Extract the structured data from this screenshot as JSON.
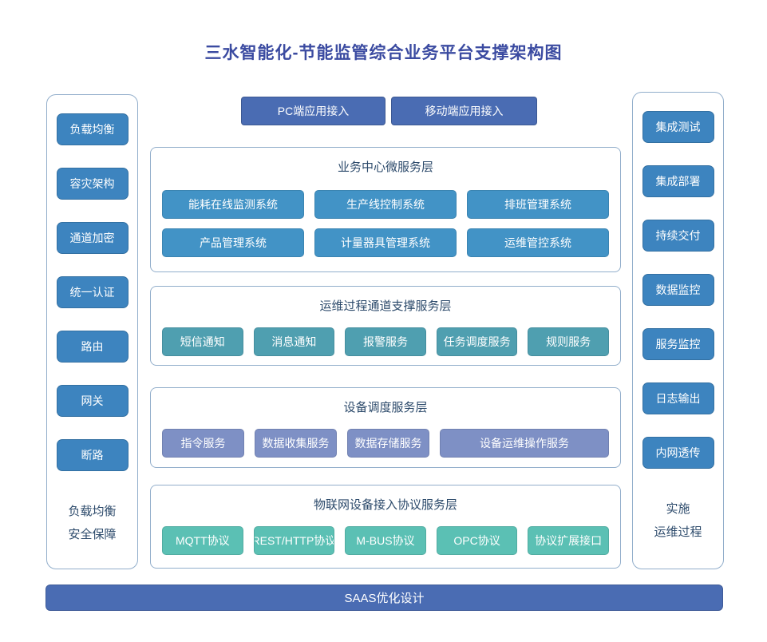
{
  "title": "三水智能化-节能监管综合业务平台支撑架构图",
  "colors": {
    "title": "#3B4BA1",
    "indigo": "#4A6CB3",
    "steel": "#3D84BF",
    "blue": "#4293C6",
    "teal": "#4F9FB0",
    "slate": "#7E90C5",
    "mint": "#5BC0B4",
    "border": "#92AECB",
    "dark": "#2C4A6B"
  },
  "top_buttons": [
    "PC端应用接入",
    "移动端应用接入"
  ],
  "left_panel": {
    "buttons": [
      "负载均衡",
      "容灾架构",
      "通道加密",
      "统一认证",
      "路由",
      "网关",
      "断路"
    ],
    "caption_lines": [
      "负载均衡",
      "安全保障"
    ]
  },
  "right_panel": {
    "buttons": [
      "集成测试",
      "集成部署",
      "持续交付",
      "数据监控",
      "服务监控",
      "日志输出",
      "内网透传"
    ],
    "caption_lines": [
      "实施",
      "运维过程"
    ]
  },
  "layers": [
    {
      "heading": "业务中心微服务层",
      "rows": [
        [
          "能耗在线监测系统",
          "生产线控制系统",
          "排班管理系统"
        ],
        [
          "产品管理系统",
          "计量器具管理系统",
          "运维管控系统"
        ]
      ]
    },
    {
      "heading": "运维过程通道支撑服务层",
      "rows": [
        [
          "短信通知",
          "消息通知",
          "报警服务",
          "任务调度服务",
          "规则服务"
        ]
      ]
    },
    {
      "heading": "设备调度服务层",
      "rows": [
        [
          "指令服务",
          "数据收集服务",
          "数据存储服务",
          "设备运维操作服务"
        ]
      ]
    },
    {
      "heading": "物联网设备接入协议服务层",
      "rows": [
        [
          "MQTT协议",
          "REST/HTTP协议",
          "M-BUS协议",
          "OPC协议",
          "协议扩展接口"
        ]
      ]
    }
  ],
  "bottom_bar": "SAAS优化设计"
}
